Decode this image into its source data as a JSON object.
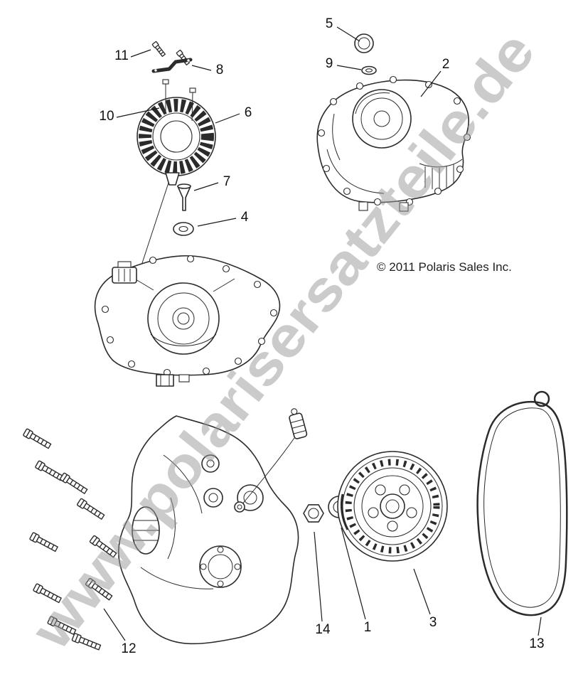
{
  "page": {
    "watermark": "www.polarisersatzteile.de",
    "copyright": "© 2011 Polaris Sales Inc."
  },
  "colors": {
    "line": "#2b2b2b",
    "watermark": "#989898",
    "copyright": "#1f1f1f",
    "background": "#ffffff"
  },
  "callouts": [
    {
      "label": "1"
    },
    {
      "label": "2"
    },
    {
      "label": "3"
    },
    {
      "label": "4"
    },
    {
      "label": "5"
    },
    {
      "label": "6"
    },
    {
      "label": "7"
    },
    {
      "label": "8"
    },
    {
      "label": "9"
    },
    {
      "label": "10"
    },
    {
      "label": "11"
    },
    {
      "label": "12"
    },
    {
      "label": "13"
    },
    {
      "label": "14"
    }
  ]
}
